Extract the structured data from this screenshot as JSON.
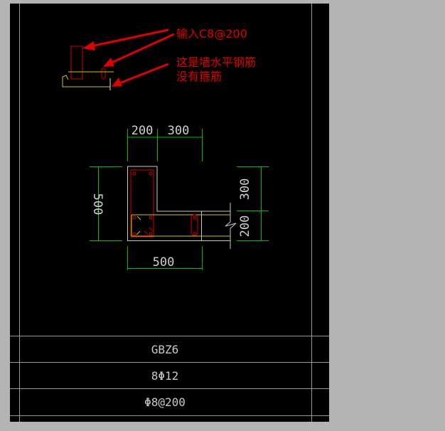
{
  "colors": {
    "background": "#b4b4b4",
    "paper": "#000000",
    "dimension": "#00c000",
    "outline": "#c8c8c8",
    "rebar": "#e00000",
    "stirrup": "#c8c800",
    "annotation": "#e00000"
  },
  "annotations": {
    "input_note": "输入C8@200",
    "wall_rebar_note_line1": "这是墙水平钢筋",
    "wall_rebar_note_line2": "没有箍筋"
  },
  "dimensions": {
    "top_left": "200",
    "top_right": "300",
    "left": "500",
    "right_top": "300",
    "right_bottom": "200",
    "bottom": "500"
  },
  "table": {
    "name": "GBZ6",
    "longitudinal_rebar": "8Φ12",
    "stirrup": "Φ8@200"
  }
}
